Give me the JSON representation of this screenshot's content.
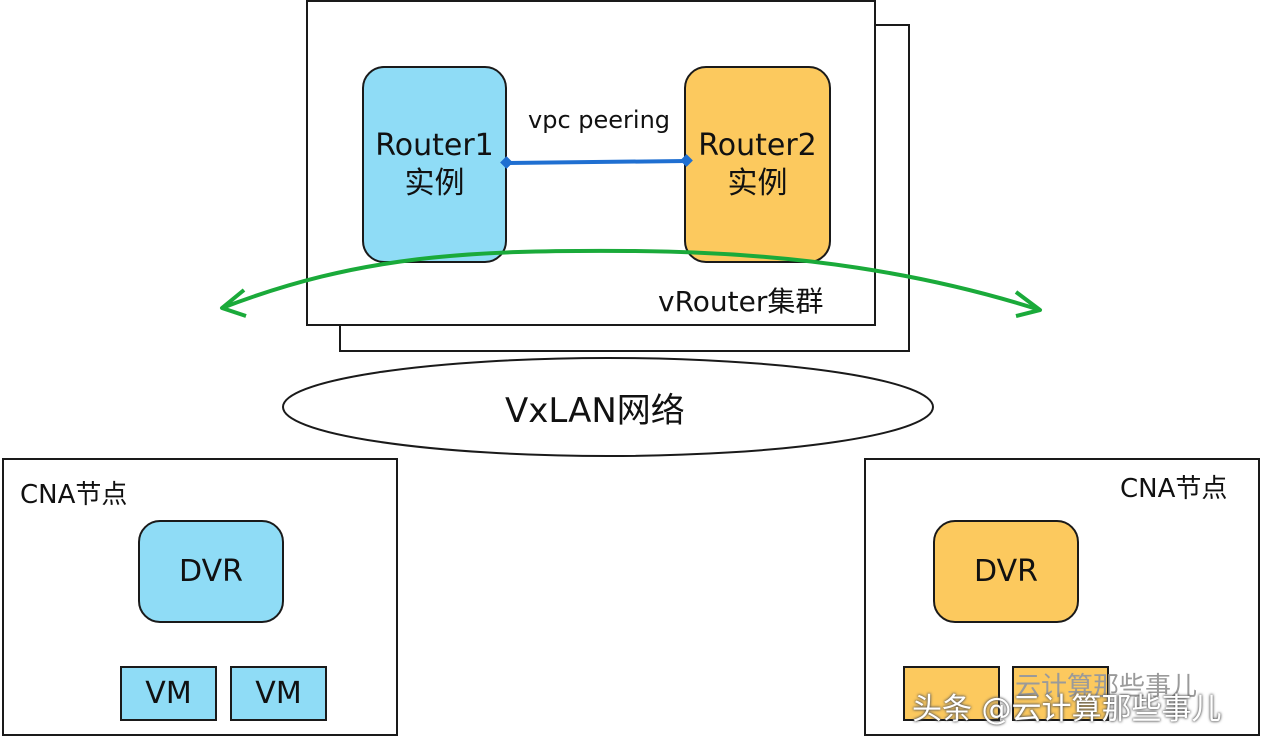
{
  "vrouter_cluster": {
    "label": "vRouter集群",
    "router1": {
      "line1": "Router1",
      "line2": "实例",
      "color": "#8fdcf6"
    },
    "router2": {
      "line1": "Router2",
      "line2": "实例",
      "color": "#fcc95e"
    },
    "link_label": "vpc peering",
    "link_color": "#1f6fd1"
  },
  "network": {
    "label": "VxLAN网络",
    "arc_color": "#1aaa3a"
  },
  "cna_left": {
    "title": "CNA节点",
    "dvr": "DVR",
    "vms": [
      "VM",
      "VM"
    ]
  },
  "cna_right": {
    "title": "CNA节点",
    "dvr": "DVR"
  },
  "watermark": {
    "text": "头条 @云计算那些事儿",
    "faint_text": "云计算那些事儿"
  }
}
